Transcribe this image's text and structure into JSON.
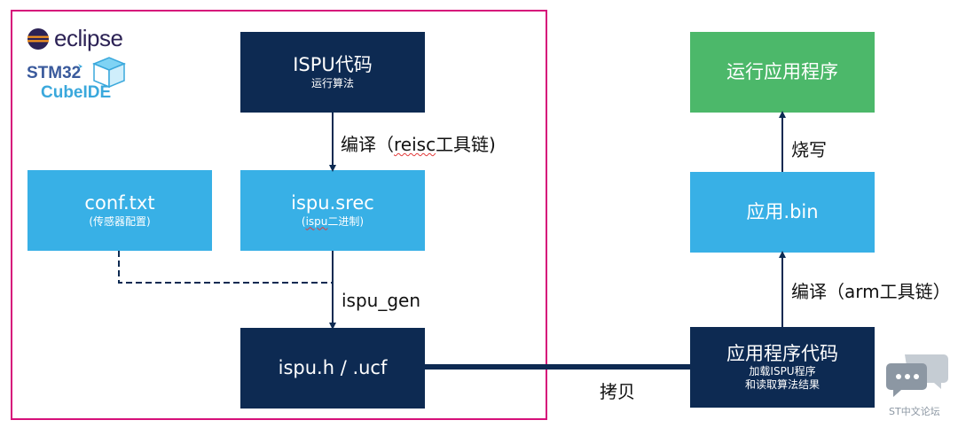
{
  "logos": {
    "eclipse": "eclipse",
    "stm32": "STM32",
    "cubeide": "CubeIDE"
  },
  "nodes": {
    "ispu_code": {
      "title": "ISPU代码",
      "sub": "运行算法"
    },
    "conf": {
      "title": "conf.txt",
      "sub": "(传感器配置)"
    },
    "srec": {
      "title": "ispu.srec",
      "sub_open": "(",
      "sub_underlined": "ispu",
      "sub_rest": "二进制)"
    },
    "ispu_h": {
      "title": "ispu.h / .ucf"
    },
    "run_app": {
      "title": "运行应用程序"
    },
    "app_bin": {
      "title": "应用.bin"
    },
    "app_code": {
      "title": "应用程序代码",
      "sub1": "加载ISPU程序",
      "sub2": "和读取算法结果"
    }
  },
  "edges": {
    "compile_reisc": {
      "prefix": "编译（",
      "underlined": "reisc",
      "suffix": "工具链)"
    },
    "ispu_gen": "ispu_gen",
    "copy": "拷贝",
    "burn": "烧写",
    "compile_arm": "编译（arm工具链）"
  },
  "watermark": {
    "label": "ST中文论坛"
  },
  "colors": {
    "navy": "#0d2a52",
    "light_blue": "#38b0e6",
    "green": "#4cb86a",
    "frame_magenta": "#d6107a"
  }
}
